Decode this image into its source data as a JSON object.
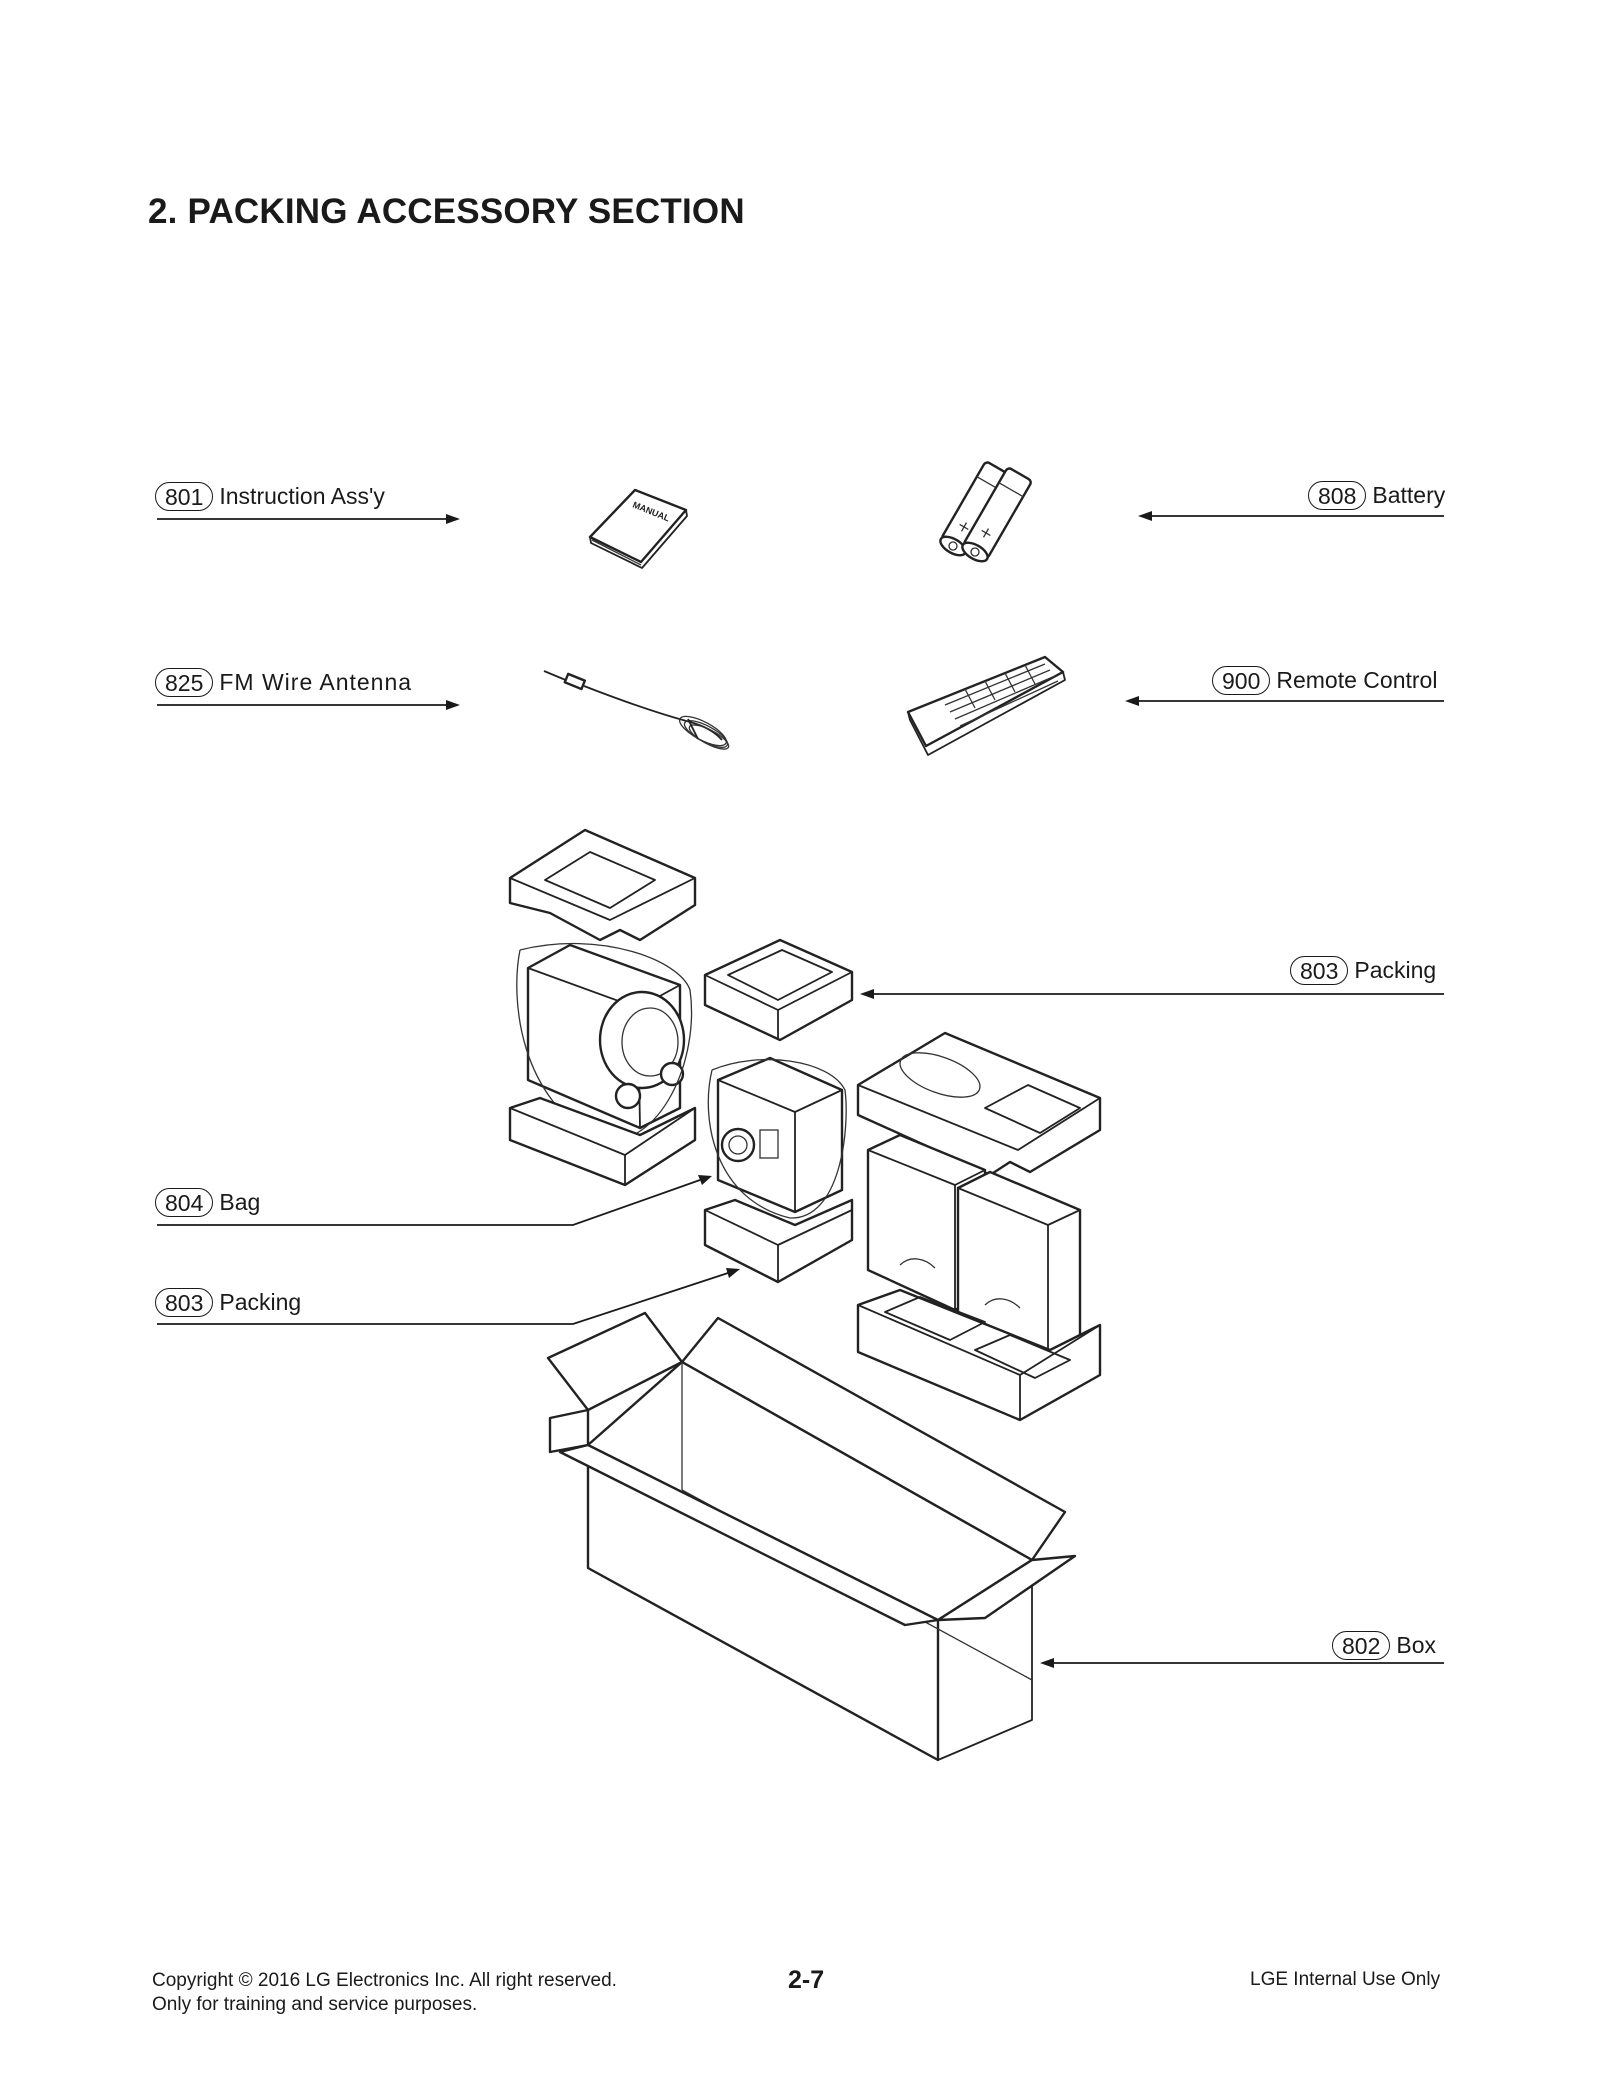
{
  "title": "2. PACKING ACCESSORY SECTION",
  "parts": [
    {
      "num": "801",
      "label": "Instruction Ass'y"
    },
    {
      "num": "808",
      "label": "Battery"
    },
    {
      "num": "825",
      "label": "FM Wire Antenna"
    },
    {
      "num": "900",
      "label": "Remote Control"
    },
    {
      "num": "803",
      "label": "Packing"
    },
    {
      "num": "804",
      "label": "Bag"
    },
    {
      "num": "803",
      "label": "Packing"
    },
    {
      "num": "802",
      "label": "Box"
    }
  ],
  "manual_text": "MANUAL",
  "footer": {
    "copyright": "Copyright © 2016 LG Electronics Inc. All right reserved.",
    "purpose": "Only for training and service purposes.",
    "page_number": "2-7",
    "internal": "LGE Internal Use Only"
  }
}
